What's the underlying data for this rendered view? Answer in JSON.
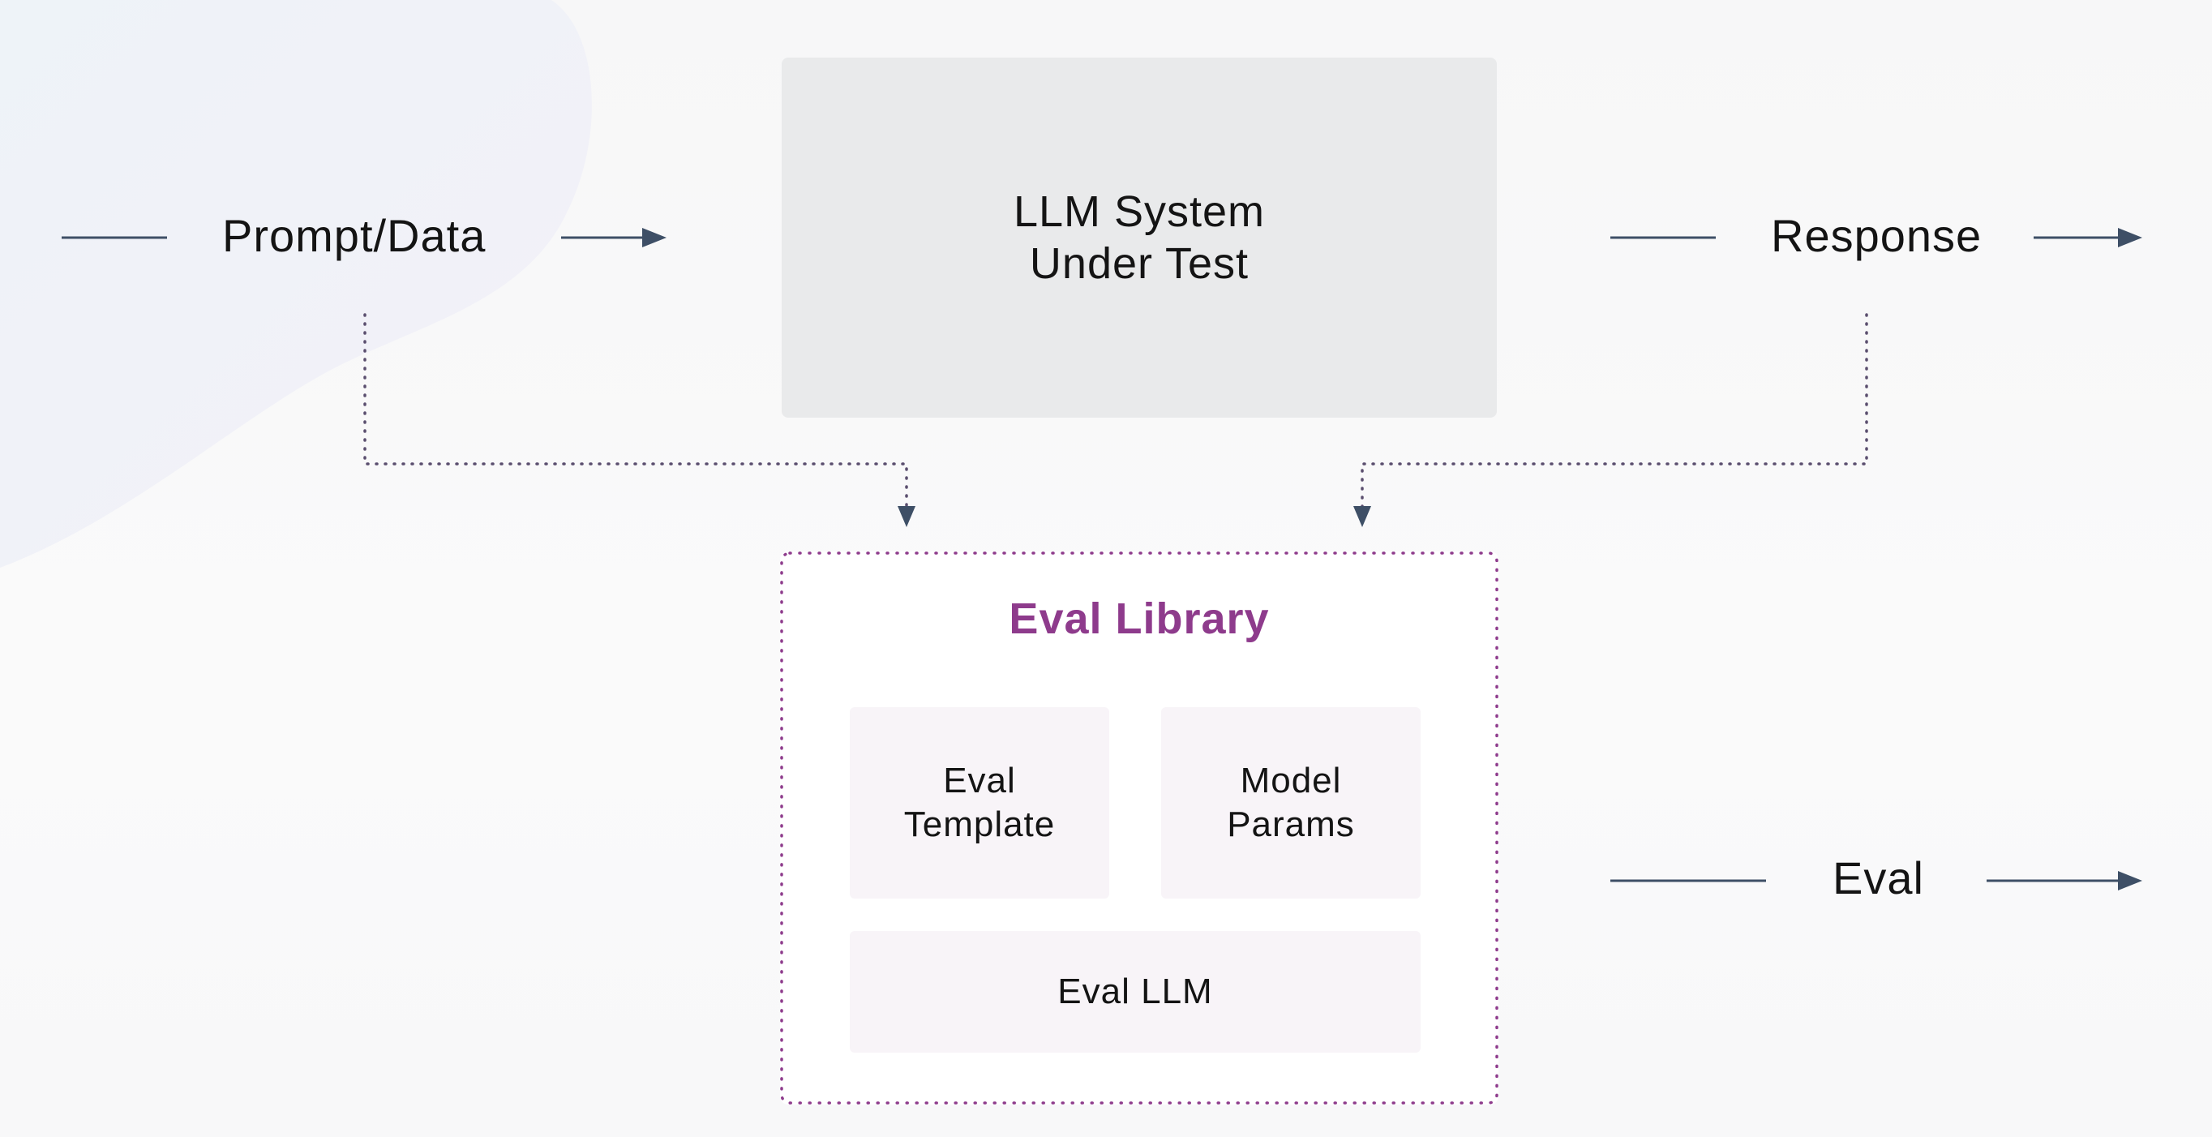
{
  "inputs": {
    "prompt_label": "Prompt/Data",
    "response_label": "Response",
    "eval_label": "Eval"
  },
  "system": {
    "line1": "LLM System",
    "line2": "Under Test"
  },
  "eval_library": {
    "title": "Eval Library",
    "template": {
      "line1": "Eval",
      "line2": "Template"
    },
    "params": {
      "line1": "Model",
      "line2": "Params"
    },
    "llm": "Eval LLM"
  },
  "colors": {
    "arrow": "#3e4f66",
    "dotted_connector": "#5a4e6e",
    "library_accent": "#8e3b8c",
    "system_box": "#e9eaeb",
    "sub_box": "#f8f4f8"
  }
}
